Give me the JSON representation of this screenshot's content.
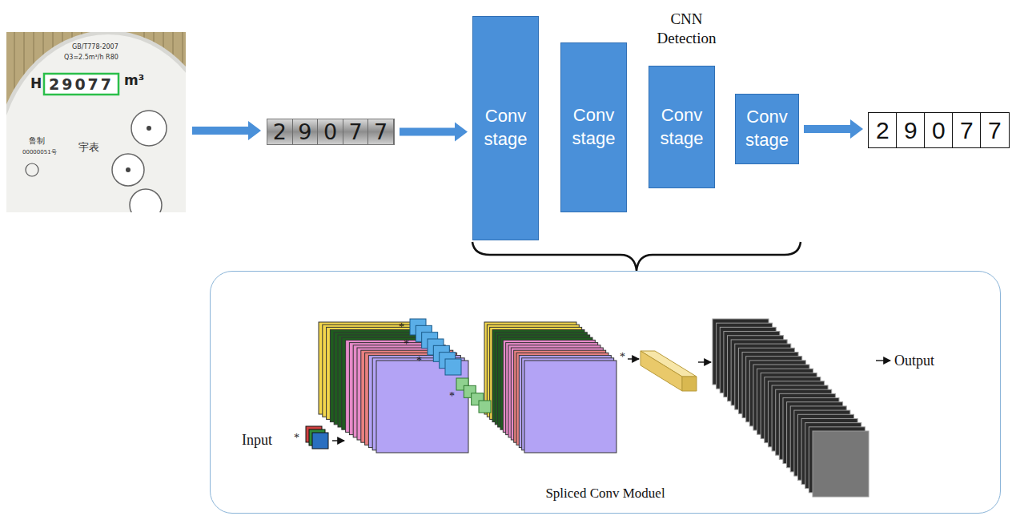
{
  "diagram": {
    "nodes": [
      {
        "text": [
          "2",
          "9",
          "0",
          "7",
          "7"
        ]
      },
      {
        "text": [
          "Conv stage"
        ]
      },
      {
        "text": [
          "Conv stage"
        ]
      },
      {
        "text": [
          "Conv stage"
        ]
      },
      {
        "text": [
          "Conv stage"
        ]
      },
      {
        "text": [
          "2"
        ]
      },
      {
        "text": [
          "9"
        ]
      },
      {
        "text": [
          "0"
        ]
      },
      {
        "text": [
          "7"
        ]
      },
      {
        "text": [
          "7"
        ]
      },
      {
        "text": [
          "Spliced Conv Moduel"
        ]
      }
    ],
    "edges": [
      {
        "from": 0,
        "to": 1,
        "arrow": "to"
      },
      {
        "from": 4,
        "to": 5,
        "arrow": "to"
      }
    ],
    "labels": [
      "CNN Detection",
      "GB/T778-2007",
      "Q3=2.5m³/h R80",
      "H",
      "29077",
      "m³",
      "鲁制",
      "00000051号",
      "宇表",
      "Input",
      "Output",
      "*",
      "*",
      "*",
      "*",
      "*",
      "*"
    ]
  }
}
